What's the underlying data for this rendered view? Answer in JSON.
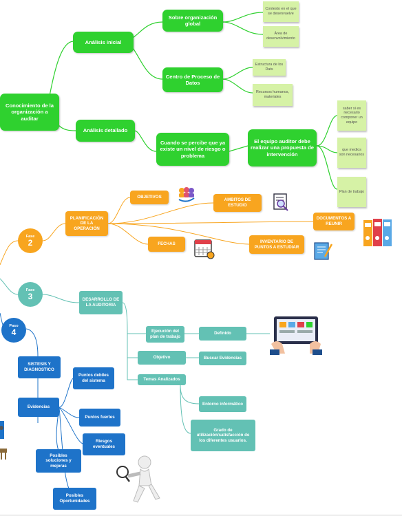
{
  "root": "Conocimiento de la organización a auditar",
  "analisis_inicial": "Análisis inicial",
  "analisis_detallado": "Análisis detallado",
  "sobre_organizacion": "Sobre organización global",
  "centro_proceso": "Centro de Proceso de Datos",
  "cuando_percibe": "Cuando se percibe que ya existe un nivel de riesgo o problema",
  "equipo_auditor": "El equipo auditor debe realizar una propuesta de intervención",
  "notes": {
    "contexto": "Contexto en el que se desenvuelve",
    "area": "Área de desenvolvimiento",
    "estructura": "Estructura de los Dats",
    "recursos": "Recursos humanos, materiales",
    "saber": "saber si es necesario componer un equipo",
    "que_medios": "que medios son necesarios",
    "plan": "Plan de trabajo"
  },
  "fase2": {
    "label": "Fase",
    "num": "2"
  },
  "fase3": {
    "label": "Fase",
    "num": "3"
  },
  "paso4": {
    "label": "Paso",
    "num": "4"
  },
  "planificacion": "PLANIFICACIÓN DE LA OPERACIÓN",
  "objetivos": "OBJETIVOS",
  "ambitos": "AMBITOS DE ESTUDIO",
  "documentos": "DOCUMENTOS A REUNIR",
  "fechas": "FECHAS",
  "inventario": "INVENTARIO DE PUNTOS A ESTUDIAR",
  "desarrollo": "DESARROLLO DE LA AUDITORIA",
  "ejecucion": "Ejecución del plan de trabajo",
  "definido": "Definido",
  "objetivo": "Objetivo",
  "buscar": "Buscar Evidencias",
  "temas": "Temas Analizados",
  "entorno": "Entorno informático",
  "grado": "Grado de utilización/satisfacción de los diferentes usuarios.",
  "sintesis": "SISTESIS Y DIAGNOSTICO",
  "evidencias": "Evidencias",
  "debiles": "Puntos debiles del sistema",
  "fuertes": "Puntos fuertes",
  "riesgos": "Riesgos eventuales",
  "posibles_soluciones": "Posibles soluciones y mejoras",
  "posibles_oportunidades": "Posibles Oportunidades",
  "colors": {
    "green": "#2fd12f",
    "orange": "#f8a51f",
    "teal": "#63c1b4",
    "blue": "#1e73c9",
    "note": "#d6f2a6"
  },
  "icons": [
    "team-icon",
    "search-document-icon",
    "binders-icon",
    "calendar-icon",
    "report-icon",
    "tablet-icon",
    "magnifier-figure-icon"
  ]
}
